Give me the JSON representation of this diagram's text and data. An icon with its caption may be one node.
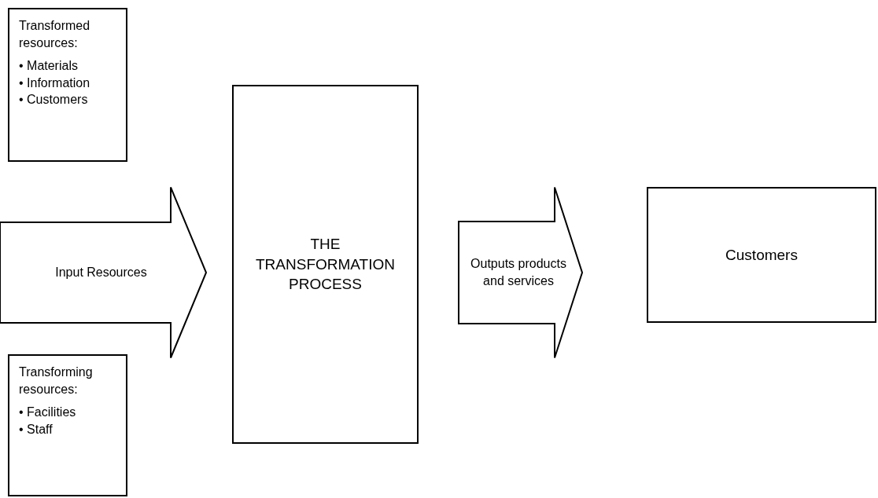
{
  "diagram": {
    "nodes": [
      {
        "text": [
          "Transformed resources:",
          "• Materials",
          "• Information",
          "• Customers"
        ]
      },
      {
        "text": [
          "Transforming resources:",
          "• Facilities",
          "• Staff"
        ]
      },
      {
        "text": [
          "THE TRANSFORMATION PROCESS"
        ]
      },
      {
        "text": [
          "Customers"
        ]
      }
    ],
    "edges": [
      {
        "from": null,
        "to": 2,
        "arrow": "to",
        "label": "Input Resources"
      },
      {
        "from": 2,
        "to": 3,
        "arrow": "to",
        "label": "Outputs products and services"
      }
    ]
  }
}
